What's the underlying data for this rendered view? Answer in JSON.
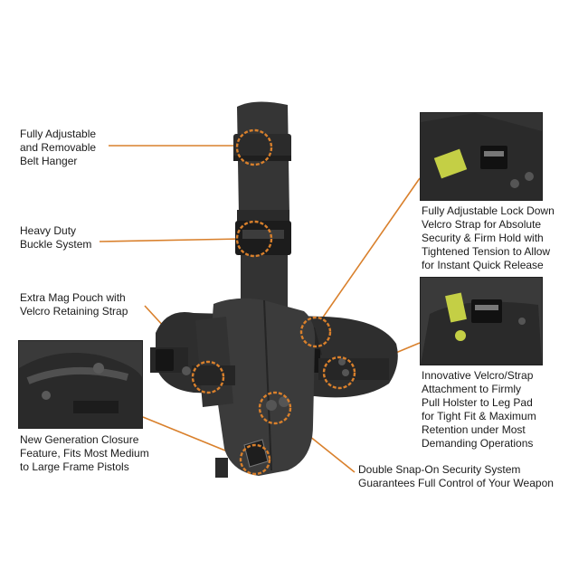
{
  "colors": {
    "accent": "#d9802c",
    "product": "#3a3a3a",
    "product_dark": "#262626",
    "text": "#1a1a1a"
  },
  "callouts": {
    "belt_hanger": "Fully Adjustable\nand Removable\nBelt Hanger",
    "buckle": "Heavy Duty\nBuckle System",
    "mag_pouch": "Extra Mag Pouch with\nVelcro Retaining Strap",
    "closure": "New Generation Closure\nFeature, Fits Most Medium\nto Large Frame Pistols",
    "lock_down": "Fully Adjustable Lock Down\nVelcro Strap for Absolute\nSecurity & Firm Hold with\nTightened Tension to Allow\nfor Instant Quick Release",
    "velcro_strap": "Innovative Velcro/Strap\nAttachment to Firmly\nPull Holster to Leg Pad\nfor Tight Fit & Maximum\nRetention under Most\nDemanding Operations",
    "snap_on": "Double Snap-On Security System\nGuarantees Full Control of Your Weapon"
  }
}
